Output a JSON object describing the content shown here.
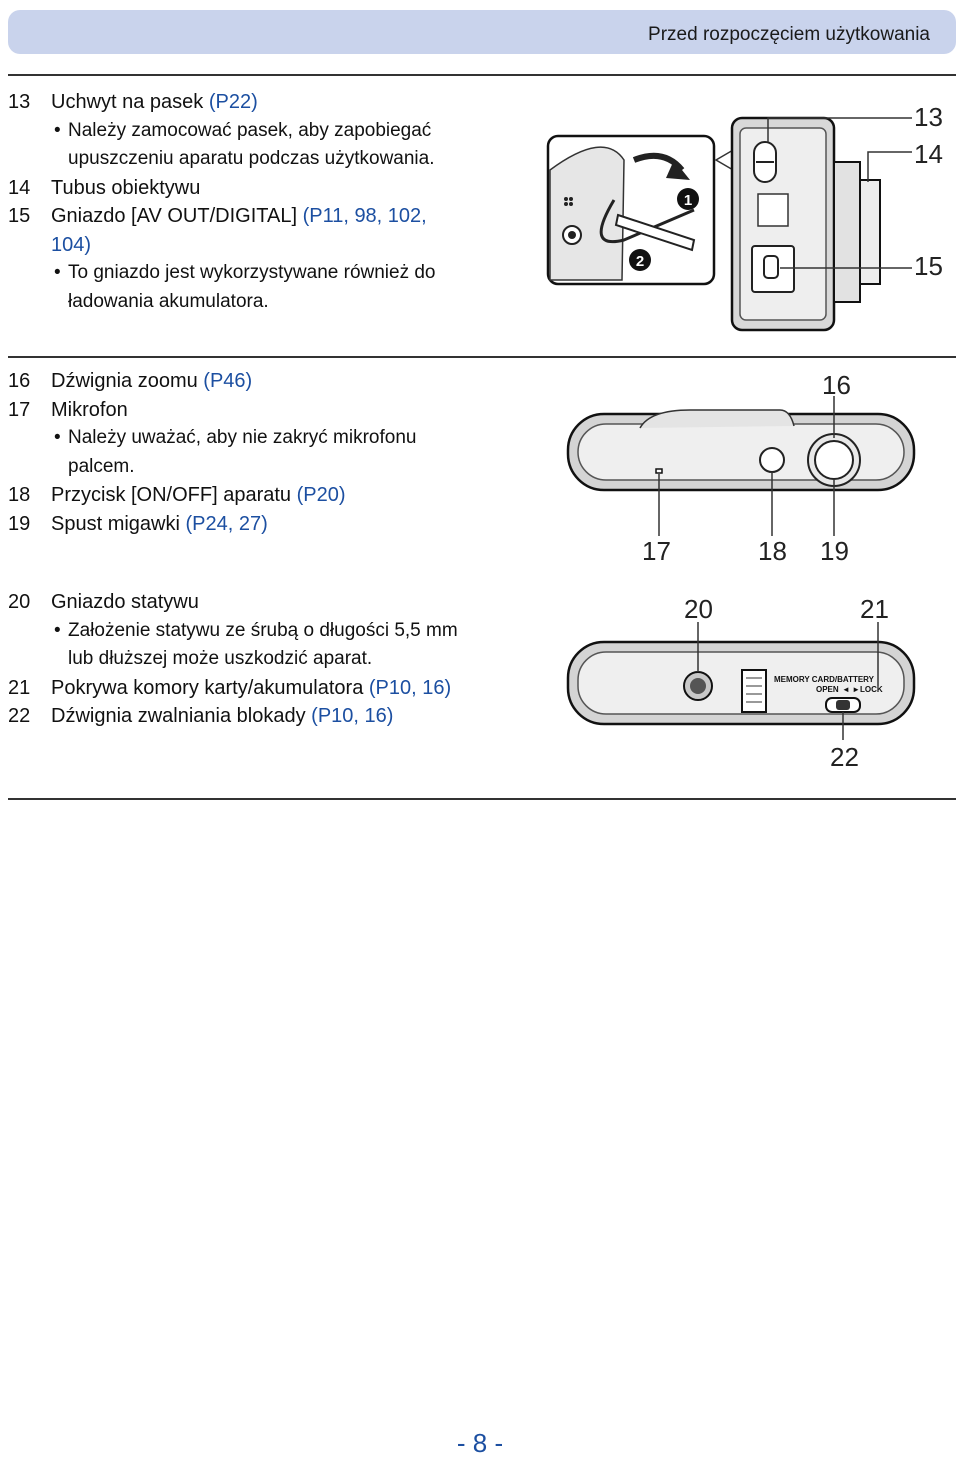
{
  "header": {
    "title": "Przed rozpoczęciem użytkowania"
  },
  "section1": {
    "item13": {
      "num": "13",
      "text": "Uchwyt na pasek",
      "ref": "(P22)"
    },
    "bullet13_line1": "Należy zamocować pasek, aby zapobiegać",
    "bullet13_line2": "upuszczeniu aparatu podczas użytkowania.",
    "item14": {
      "num": "14",
      "text": "Tubus obiektywu"
    },
    "item15": {
      "num": "15",
      "text": "Gniazdo [AV OUT/DIGITAL]",
      "ref_line1": "(P11, 98, 102,",
      "ref_line2": "104)"
    },
    "bullet15_line1": "To gniazdo jest wykorzystywane również do",
    "bullet15_line2": "ładowania akumulatora."
  },
  "section2": {
    "item16": {
      "num": "16",
      "text": "Dźwignia zoomu",
      "ref": "(P46)"
    },
    "item17": {
      "num": "17",
      "text": "Mikrofon"
    },
    "bullet17_line1": "Należy uważać, aby nie zakryć mikrofonu",
    "bullet17_line2": "palcem.",
    "item18": {
      "num": "18",
      "text": "Przycisk [ON/OFF] aparatu",
      "ref": "(P20)"
    },
    "item19": {
      "num": "19",
      "text": "Spust migawki",
      "ref": "(P24, 27)"
    }
  },
  "section3": {
    "item20": {
      "num": "20",
      "text": "Gniazdo statywu"
    },
    "bullet20_line1": "Założenie statywu ze śrubą o długości 5,5 mm",
    "bullet20_line2": "lub dłuższej może uszkodzić aparat.",
    "item21": {
      "num": "21",
      "text": "Pokrywa komory karty/akumulatora",
      "ref": "(P10, 16)"
    },
    "item22": {
      "num": "22",
      "text": "Dźwignia zwalniania blokady",
      "ref": "(P10, 16)"
    }
  },
  "figure1": {
    "label13": "13",
    "label14": "14",
    "label15": "15",
    "step1": "1",
    "step2": "2"
  },
  "figure2": {
    "label16": "16",
    "label17": "17",
    "label18": "18",
    "label19": "19"
  },
  "figure3": {
    "label20": "20",
    "label21": "21",
    "label22": "22",
    "card_label": "MEMORY CARD/BATTERY",
    "open_label": "OPEN",
    "lock_label": "LOCK"
  },
  "footer": {
    "page": "- 8 -"
  },
  "colors": {
    "header_bg": "#c9d3ec",
    "link": "#1c4fa1"
  }
}
